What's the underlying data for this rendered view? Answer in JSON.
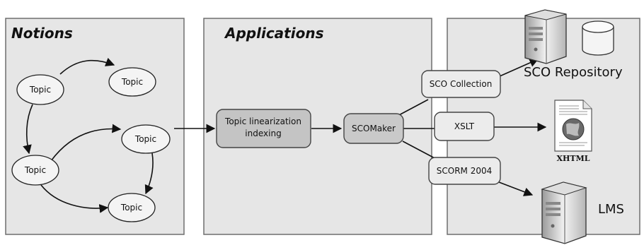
{
  "panels": {
    "notions": "Notions",
    "applications": "Applications"
  },
  "topics": [
    "Topic",
    "Topic",
    "Topic",
    "Topic",
    "Topic"
  ],
  "boxes": {
    "linearization_line1": "Topic linearization",
    "linearization_line2": "indexing",
    "scomaker": "SCOMaker",
    "sco_collection": "SCO Collection",
    "xslt": "XSLT",
    "scorm": "SCORM 2004"
  },
  "outputs": {
    "repository": "SCO Repository",
    "xhtml": "XHTML",
    "lms": "LMS"
  },
  "colors": {
    "panel_fill": "#e6e6e6",
    "box_fill": "#d0d0d0",
    "topic_fill": "#f4f4f4",
    "line": "#111111"
  }
}
